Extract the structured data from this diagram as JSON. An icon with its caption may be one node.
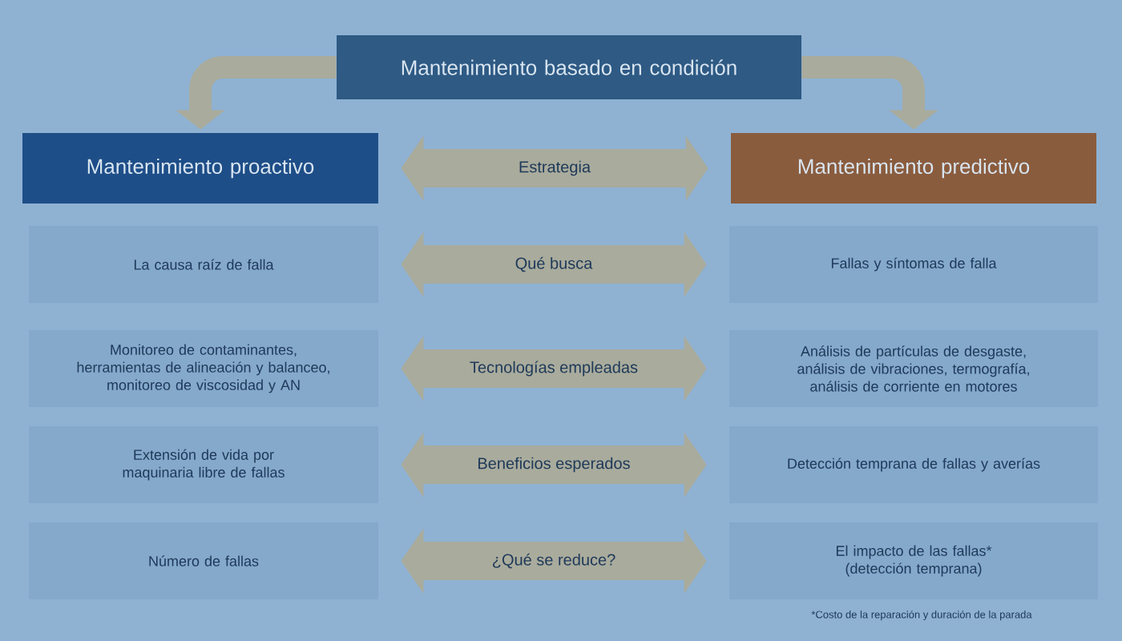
{
  "diagram": {
    "nodes": [
      {
        "text": [
          "Mantenimiento basado en condición"
        ]
      },
      {
        "text": [
          "Mantenimiento proactivo"
        ]
      },
      {
        "text": [
          "Mantenimiento predictivo"
        ]
      },
      {
        "text": [
          "La causa raíz de falla"
        ]
      },
      {
        "text": [
          "Fallas y síntomas de falla"
        ]
      },
      {
        "text": [
          "Monitoreo de contaminantes, herramientas de alineación y balanceo, monitoreo de viscosidad y AN"
        ]
      },
      {
        "text": [
          "Análisis de partículas de desgaste, análisis de vibraciones, termografía, análisis de corriente en motores"
        ]
      },
      {
        "text": [
          "Extensión de vida por maquinaria libre de fallas"
        ]
      },
      {
        "text": [
          "Detección temprana de fallas y averías"
        ]
      },
      {
        "text": [
          "Número de fallas"
        ]
      },
      {
        "text": [
          "El impacto de las fallas* (detección temprana)"
        ]
      }
    ],
    "edges": [
      {
        "from": 0,
        "to": 1,
        "arrow": "to"
      },
      {
        "from": 0,
        "to": 2,
        "arrow": "to"
      },
      {
        "from": 1,
        "to": 2,
        "arrow": "both",
        "label": "Estrategia"
      },
      {
        "from": 3,
        "to": 4,
        "arrow": "both",
        "label": "Qué busca"
      },
      {
        "from": 5,
        "to": 6,
        "arrow": "both",
        "label": "Tecnologías empleadas"
      },
      {
        "from": 7,
        "to": 8,
        "arrow": "both",
        "label": "Beneficios esperados"
      },
      {
        "from": 9,
        "to": 10,
        "arrow": "both",
        "label": "¿Qué se reduce?"
      }
    ],
    "labels": [
      "*Costo de la reparación y duración de la parada"
    ]
  }
}
